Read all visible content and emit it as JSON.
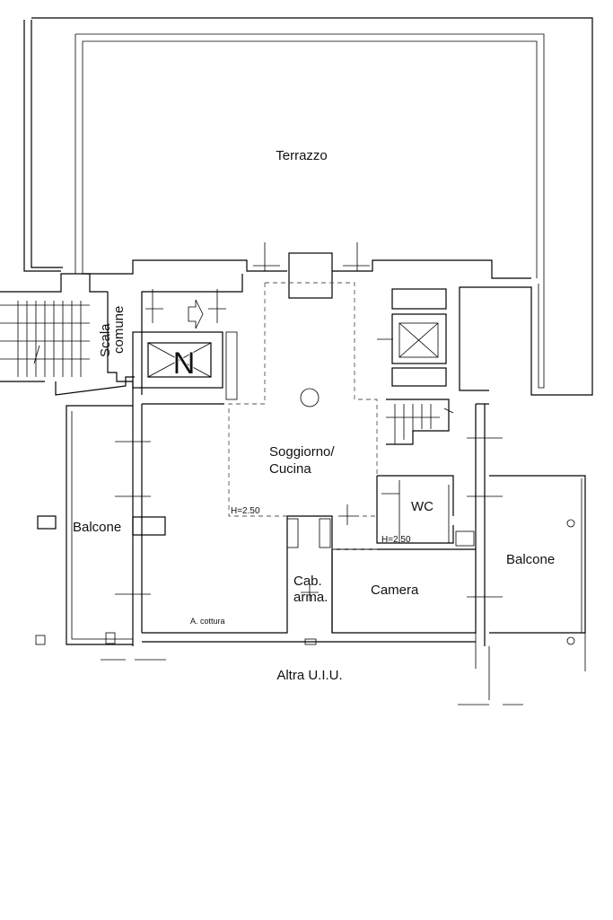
{
  "rooms": {
    "terrazzo": "Terrazzo",
    "scala": "Scala",
    "comune": "comune",
    "soggiorno": "Soggiorno/",
    "cucina": "Cucina",
    "wc": "WC",
    "balcone_left": "Balcone",
    "balcone_right": "Balcone",
    "cab": "Cab.",
    "arma": "arma.",
    "camera": "Camera",
    "altra": "Altra U.I.U.",
    "cottura": "A. cottura"
  },
  "heights": {
    "living": "H=2.50",
    "wc": "H=2.50"
  },
  "symbols": {
    "north": "N",
    "north_symbol_icon": "north-arrow-icon",
    "elevator_icon": "elevator-shaft-icon"
  }
}
